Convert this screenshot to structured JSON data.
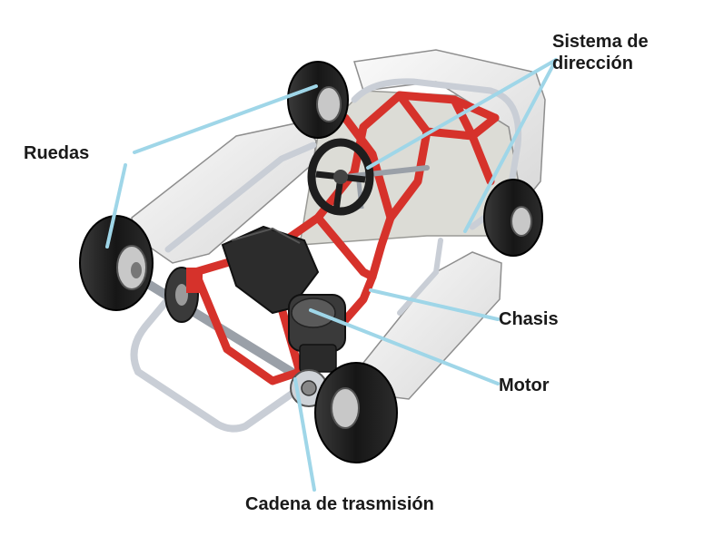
{
  "labels": {
    "steering_line1": "Sistema de",
    "steering_line2": "dirección",
    "wheels": "Ruedas",
    "chassis": "Chasis",
    "motor": "Motor",
    "chain": "Cadena de trasmisión"
  },
  "colors": {
    "leader_line": "#9fd6e8",
    "frame_tube": "#d6322b",
    "bumper_tube": "#c9ced6",
    "tire": "#1e1e1e",
    "side_pod": "#efefef",
    "floor_pan": "#dcdcd6"
  }
}
